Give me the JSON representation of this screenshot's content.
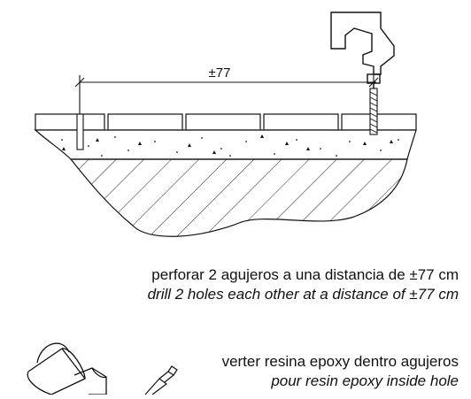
{
  "diagram": {
    "dimension_label": "±77"
  },
  "captions": {
    "step1_es": "perforar 2 agujeros a una distancia de ±77 cm",
    "step1_en": "drill 2 holes each other at a distance of ±77 cm",
    "step2_es": "verter resina epoxy dentro agujeros",
    "step2_en": "pour resin epoxy inside hole"
  }
}
